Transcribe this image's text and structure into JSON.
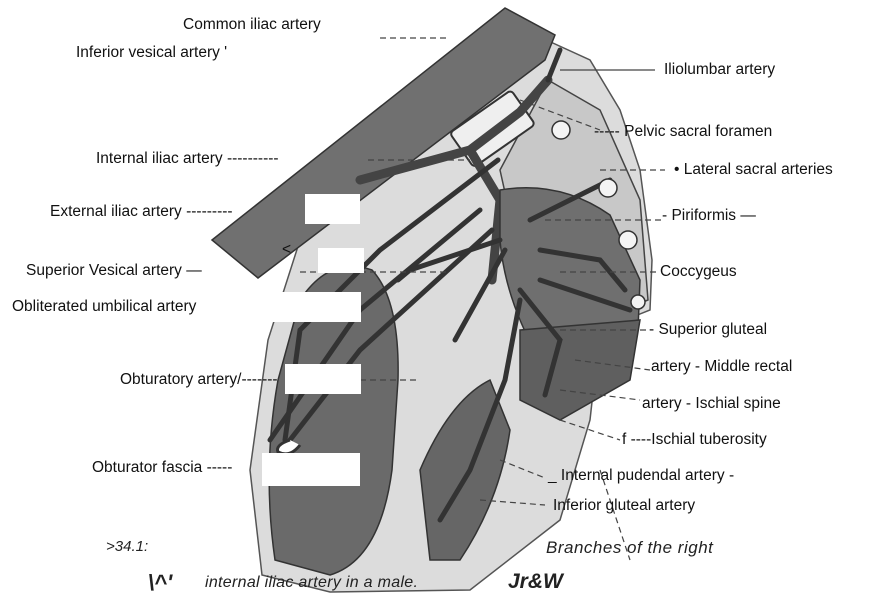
{
  "labels": {
    "common_iliac": "Common iliac artery",
    "inferior_vesical": "Inferior vesical artery '",
    "iliolumbar": "Iliolumbar artery",
    "pelvic_sacral_foramen": "----- Pelvic sacral foramen",
    "internal_iliac": "Internal iliac artery ----------",
    "lateral_sacral": "• Lateral sacral arteries",
    "external_iliac": "External iliac artery ---------",
    "piriformis": "- Piriformis —",
    "lt_mark": "<",
    "superior_vesical": "Superior Vesical artery —",
    "coccygeus": "Coccygeus",
    "obliterated_umbilical": "Obliterated umbilical artery",
    "superior_gluteal": "- Superior gluteal",
    "middle_rectal": "artery - Middle rectal",
    "obturatory": "Obturatory artery/-------",
    "ischial_spine": "artery - Ischial spine",
    "ischial_tuberosity": "f ----Ischial tuberosity",
    "obturator_fascia": "Obturator fascia -----",
    "internal_pudendal": "_ Internal pudendal artery -",
    "inferior_gluteal": "Inferior gluteal artery"
  },
  "caption": {
    "figure_number": ">34.1:",
    "line1": "Branches of the right",
    "prefix_glyphs": "\\^'",
    "line2": "internal iliac artery in a male.",
    "suffix_glyphs": "Jr&W"
  }
}
